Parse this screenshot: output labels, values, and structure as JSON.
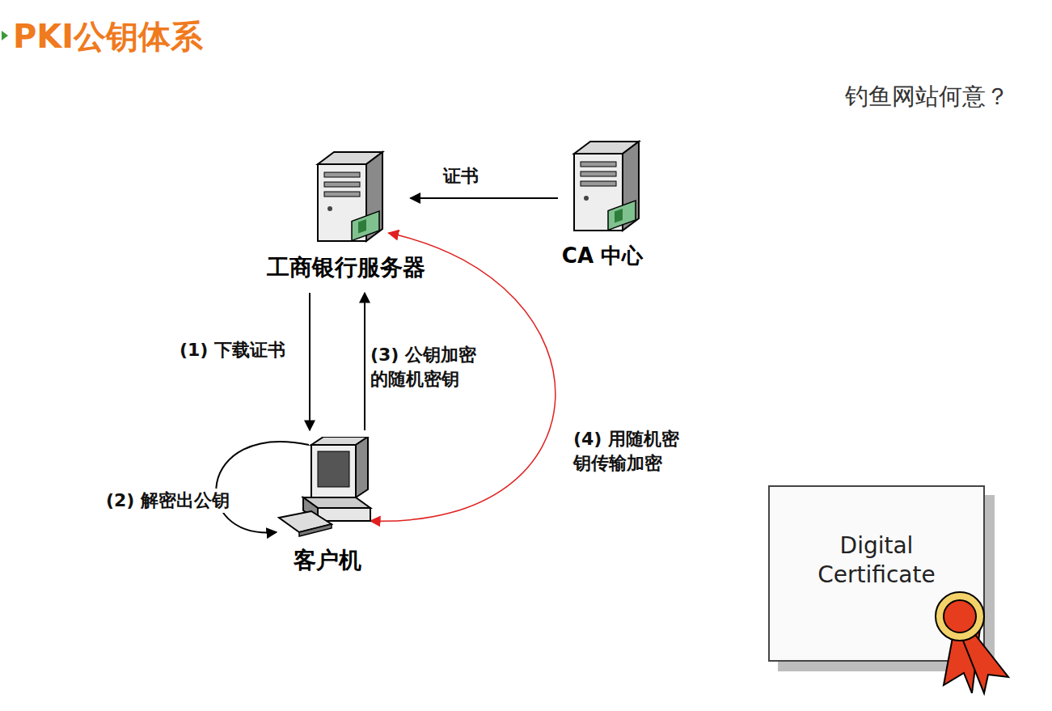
{
  "diagram": {
    "title": "PKI公钥体系",
    "nodes": [
      {
        "text": [
          "工商银行服务器"
        ]
      },
      {
        "text": [
          "CA 中心"
        ]
      },
      {
        "text": [
          "客户机"
        ]
      },
      {
        "text": [
          "Digital Certificate"
        ]
      }
    ],
    "edges": [
      {
        "from": 1,
        "to": 0,
        "label": "证书",
        "arrow": "to"
      },
      {
        "from": 0,
        "to": 2,
        "label": "(1) 下载证书",
        "arrow": "to"
      },
      {
        "from": 2,
        "to": 2,
        "label": "(2) 解密出公钥",
        "arrow": "to"
      },
      {
        "from": 2,
        "to": 0,
        "label": "(3) 公钥加密 的随机密钥",
        "arrow": "to"
      },
      {
        "from": 2,
        "to": 0,
        "label": "(4) 用随机密 钥传输加密",
        "arrow": "both"
      }
    ],
    "labels": [
      "钓鱼网站何意？"
    ]
  }
}
